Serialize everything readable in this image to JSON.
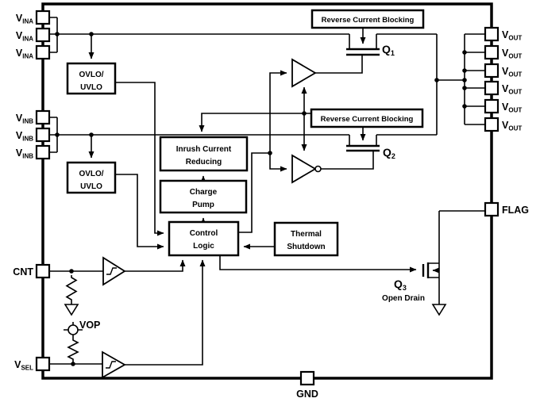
{
  "pins": {
    "vina": [
      {
        "main": "V",
        "sub": "INA"
      },
      {
        "main": "V",
        "sub": "INA"
      },
      {
        "main": "V",
        "sub": "INA"
      }
    ],
    "vinb": [
      {
        "main": "V",
        "sub": "INB"
      },
      {
        "main": "V",
        "sub": "INB"
      },
      {
        "main": "V",
        "sub": "INB"
      }
    ],
    "vout": [
      {
        "main": "V",
        "sub": "OUT"
      },
      {
        "main": "V",
        "sub": "OUT"
      },
      {
        "main": "V",
        "sub": "OUT"
      },
      {
        "main": "V",
        "sub": "OUT"
      },
      {
        "main": "V",
        "sub": "OUT"
      },
      {
        "main": "V",
        "sub": "OUT"
      }
    ],
    "cnt": "CNT",
    "vsel": {
      "main": "V",
      "sub": "SEL"
    },
    "flag": "FLAG",
    "gnd": "GND"
  },
  "blocks": {
    "rcb_top": "Reverse Current Blocking",
    "rcb_bottom": "Reverse Current Blocking",
    "ovlo_a": [
      "OVLO/",
      "UVLO"
    ],
    "ovlo_b": [
      "OVLO/",
      "UVLO"
    ],
    "inrush": [
      "Inrush Current",
      "Reducing"
    ],
    "charge_pump": [
      "Charge",
      "Pump"
    ],
    "control_logic": [
      "Control",
      "Logic"
    ],
    "thermal_shutdown": [
      "Thermal",
      "Shutdown"
    ]
  },
  "transistors": {
    "q1": {
      "main": "Q",
      "sub": "1"
    },
    "q2": {
      "main": "Q",
      "sub": "2"
    },
    "q3": {
      "main": "Q",
      "sub": "3",
      "note": "Open Drain"
    }
  },
  "labels": {
    "vop": "VOP"
  },
  "colors": {
    "line": "#000000",
    "background": "#ffffff"
  }
}
